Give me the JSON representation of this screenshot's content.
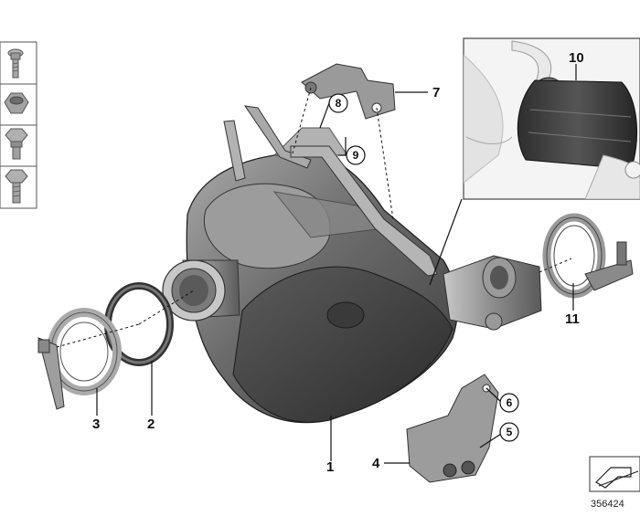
{
  "diagram": {
    "callouts": {
      "c1": "1",
      "c2": "2",
      "c3": "3",
      "c4": "4",
      "c5": "5",
      "c6": "6",
      "c7": "7",
      "c8": "8",
      "c9": "9",
      "c10": "10",
      "c11": "11"
    },
    "figure_number": "356424",
    "icons": [
      "screw-icon",
      "nut-icon",
      "hex-bolt-icon",
      "bolt-icon"
    ]
  }
}
